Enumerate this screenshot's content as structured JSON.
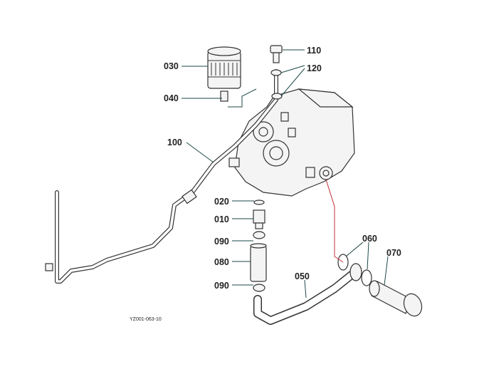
{
  "diagram": {
    "part_labels": {
      "p030": "030",
      "p040": "040",
      "p100": "100",
      "p110": "110",
      "p120": "120",
      "p020": "020",
      "p010": "010",
      "p090a": "090",
      "p080": "080",
      "p090b": "090",
      "p050": "050",
      "p060": "060",
      "p070": "070"
    },
    "drawing_code": "YZ001-063-10"
  }
}
